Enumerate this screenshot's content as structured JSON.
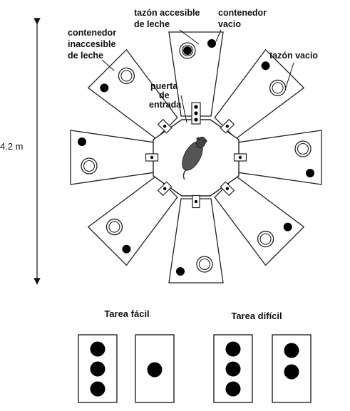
{
  "labels": {
    "accessible_bowl": [
      "tazón accesible",
      "de leche"
    ],
    "empty_container": [
      "contenedor",
      "vacio"
    ],
    "inaccessible_container": [
      "contenedor",
      "inaccesible",
      "de leche"
    ],
    "empty_bowl": "tazón vacio",
    "entry_door": [
      "puerta",
      "de",
      "entrada"
    ]
  },
  "scale_label": "4.2 m",
  "tasks": {
    "easy": {
      "title": "Tarea fácil",
      "cards": [
        3,
        1
      ]
    },
    "hard": {
      "title": "Tarea difícil",
      "cards": [
        3,
        2
      ]
    }
  },
  "colors": {
    "stroke": "#222222",
    "dot": "#000000",
    "animal": "#555555"
  }
}
